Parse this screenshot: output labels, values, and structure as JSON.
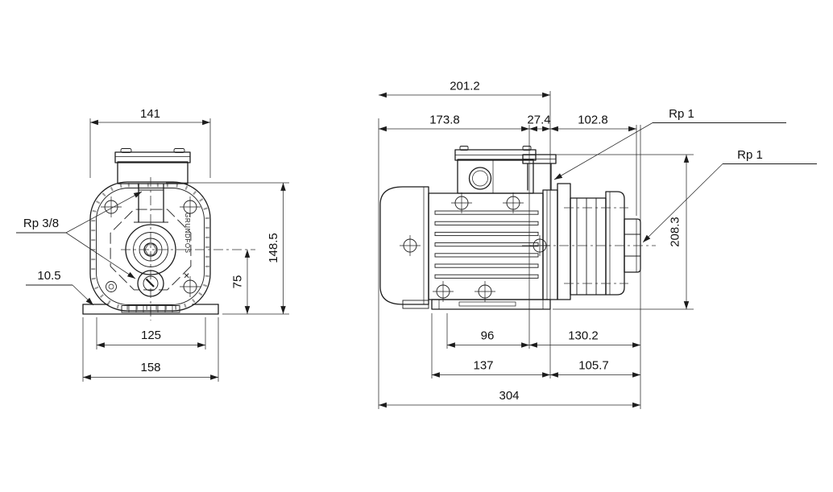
{
  "drawing": {
    "front": {
      "width": "141",
      "bolt_spacing": "125",
      "foot_width": "158",
      "total_height": "148.5",
      "centerline_height": "75",
      "foot_thickness": "10.5",
      "port_thread": "Rp 3/8",
      "brand": "GRUNDFOS",
      "logo_mark": "✕"
    },
    "side": {
      "overall_top": "201.2",
      "motor_length": "173.8",
      "inlet_width": "27.4",
      "head_length": "102.8",
      "total_height": "208.3",
      "inlet_thread": "Rp 1",
      "outlet_thread": "Rp 1",
      "foot_hole_spacing": "96",
      "rear_span": "130.2",
      "foot_length": "137",
      "outlet_overhang": "105.7",
      "total_length": "304"
    },
    "colors": {
      "line": "#1c1c1c",
      "background": "#ffffff"
    }
  }
}
